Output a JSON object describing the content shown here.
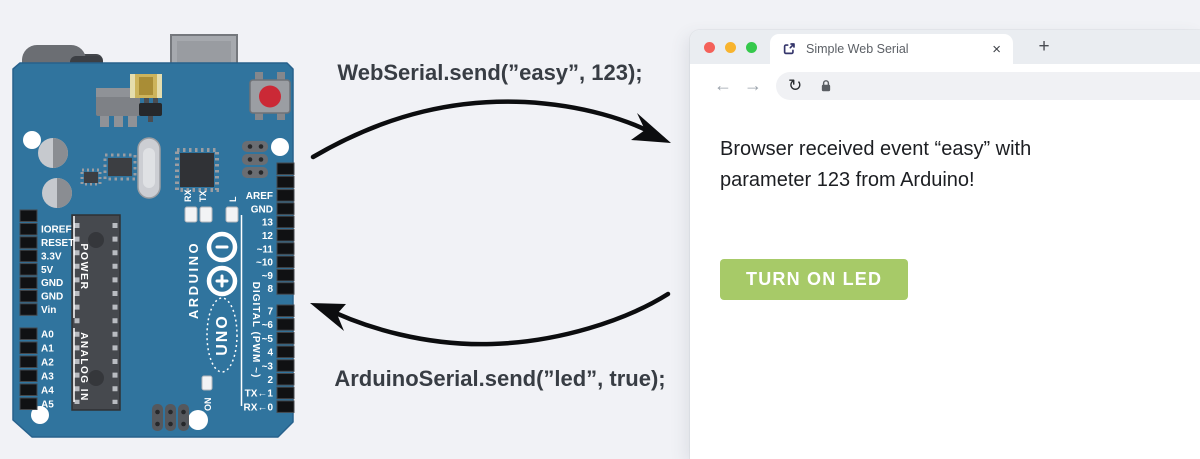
{
  "scene": {
    "background_color": "#f1f2f6",
    "arrow_color": "#0c0d0f"
  },
  "code_labels": {
    "to_browser": "WebSerial.send(”easy”, 123);",
    "to_arduino": "ArduinoSerial.send(”led”, true);"
  },
  "browser": {
    "tab_title": "Simple Web Serial",
    "icons": {
      "close": "×",
      "new_tab": "+",
      "back": "←",
      "forward": "→",
      "reload": "↻"
    },
    "traffic_lights": {
      "red": "#f4615a",
      "yellow": "#f8b42e",
      "green": "#35c94c"
    },
    "message_line1": "Browser received event “easy” with",
    "message_line2": "parameter 123 from Arduino!",
    "button_label": "TURN ON LED",
    "button_color": "#a7ca68"
  },
  "board": {
    "color": "#30749e",
    "brand": "ARDUINO",
    "model": "UNO",
    "power_group_label": "POWER",
    "analog_group_label": "ANALOG IN",
    "digital_group_label": "DIGITAL (PWM ~)",
    "power_pins": [
      "IOREF",
      "RESET",
      "3.3V",
      "5V",
      "GND",
      "GND",
      "Vin"
    ],
    "analog_pins": [
      "A0",
      "A1",
      "A2",
      "A3",
      "A4",
      "A5"
    ],
    "digital_pins_top": [
      "AREF",
      "GND",
      "13",
      "12",
      "~11",
      "~10",
      "~9",
      "8"
    ],
    "digital_pins_bottom": [
      "7",
      "~6",
      "~5",
      "4",
      "~3",
      "2",
      "TX←1",
      "RX←0"
    ],
    "led_rx": "RX",
    "led_tx": "TX",
    "led_l": "L",
    "led_on": "ON",
    "logo_minus": "-",
    "logo_plus": "+"
  }
}
